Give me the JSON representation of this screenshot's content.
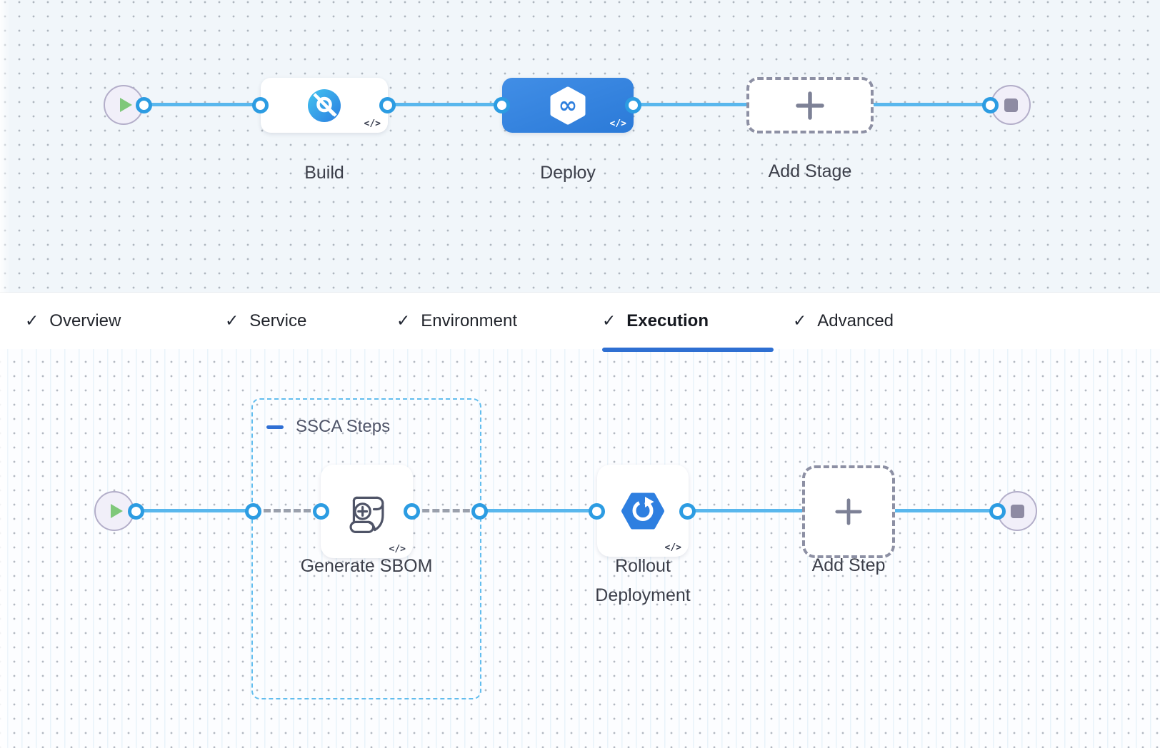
{
  "stage_pipeline": {
    "stages": [
      {
        "label": "Build",
        "icon": "ci-build-icon",
        "selected": false
      },
      {
        "label": "Deploy",
        "icon": "cd-deploy-icon",
        "selected": true
      }
    ],
    "add_stage": {
      "label": "Add Stage"
    }
  },
  "tab_bar": {
    "tabs": [
      {
        "label": "Overview",
        "checked": true,
        "active": false
      },
      {
        "label": "Service",
        "checked": true,
        "active": false
      },
      {
        "label": "Environment",
        "checked": true,
        "active": false
      },
      {
        "label": "Execution",
        "checked": true,
        "active": true
      },
      {
        "label": "Advanced",
        "checked": true,
        "active": false
      }
    ]
  },
  "execution_flow": {
    "group": {
      "label": "SSCA Steps"
    },
    "steps": [
      {
        "label": "Generate SBOM",
        "icon": "sbom-scroll-icon"
      },
      {
        "label": "Rollout Deployment",
        "icon": "rollout-hexagon-icon"
      }
    ],
    "add_step": {
      "label": "Add Step"
    }
  },
  "glyphs": {
    "code": "</>",
    "check": "✓",
    "infinity": "∞"
  },
  "colors": {
    "connector_blue": "#59b7ed",
    "port_ring_blue": "#2c9ce2",
    "selected_stage_blue": "#2f80de",
    "active_tab_underline": "#2e6fd2",
    "group_border_blue": "#62bdee",
    "icon_blue": "#2e7fe0",
    "play_green": "#7fc87a",
    "node_gray": "#8e8ba3"
  }
}
